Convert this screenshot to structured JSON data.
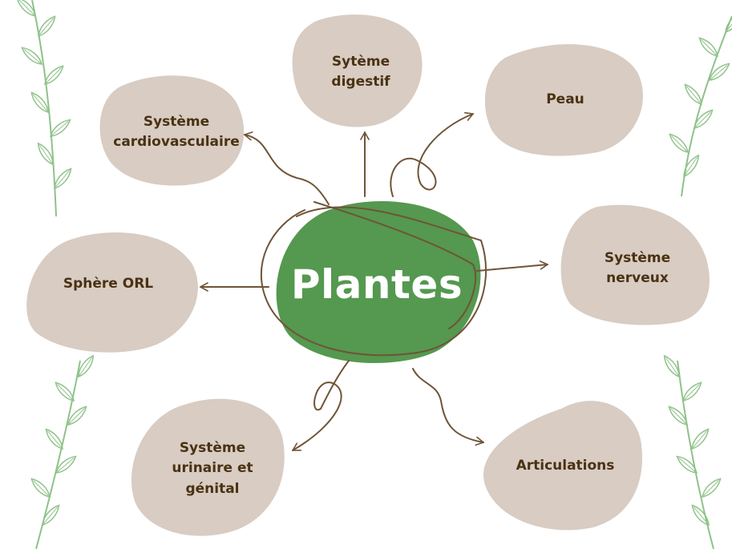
{
  "center": {
    "label": "Plantes",
    "color": "#55984f"
  },
  "nodes": {
    "cardio": {
      "label": "Système\ncardiovasculaire"
    },
    "digestif": {
      "label": "Sytème\ndigestif"
    },
    "peau": {
      "label": "Peau"
    },
    "orl": {
      "label": "Sphère ORL"
    },
    "nerveux": {
      "label": "Système\nnerveux"
    },
    "urinaire": {
      "label": "Système\nurinaire et\ngénital"
    },
    "articulations": {
      "label": "Articulations"
    }
  },
  "colors": {
    "blob": "#d8ccc3",
    "arrow": "#6f5437",
    "label": "#4a3212",
    "leaf": "#8fc28a"
  },
  "icons": [
    "leaf-branch-icon"
  ]
}
